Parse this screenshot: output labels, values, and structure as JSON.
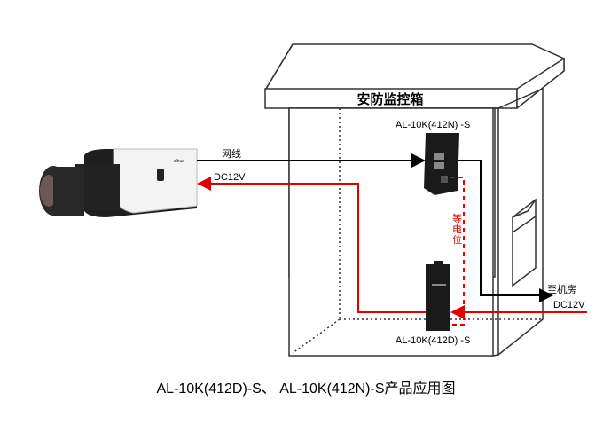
{
  "cabinet_title": "安防监控箱",
  "labels": {
    "network_cable": "网线",
    "dc_left": "DC12V",
    "device_top": "AL-10K(412N) -S",
    "device_bottom": "AL-10K(412D) -S",
    "equipotential": [
      "等",
      "电",
      "位"
    ],
    "to_server_room": "至机房",
    "dc_right": "DC12V",
    "camera_brand": "alhua"
  },
  "caption": "AL-10K(412D)-S、 AL-10K(412N)-S产品应用图",
  "colors": {
    "power": "#e00000",
    "signal": "#000000"
  }
}
